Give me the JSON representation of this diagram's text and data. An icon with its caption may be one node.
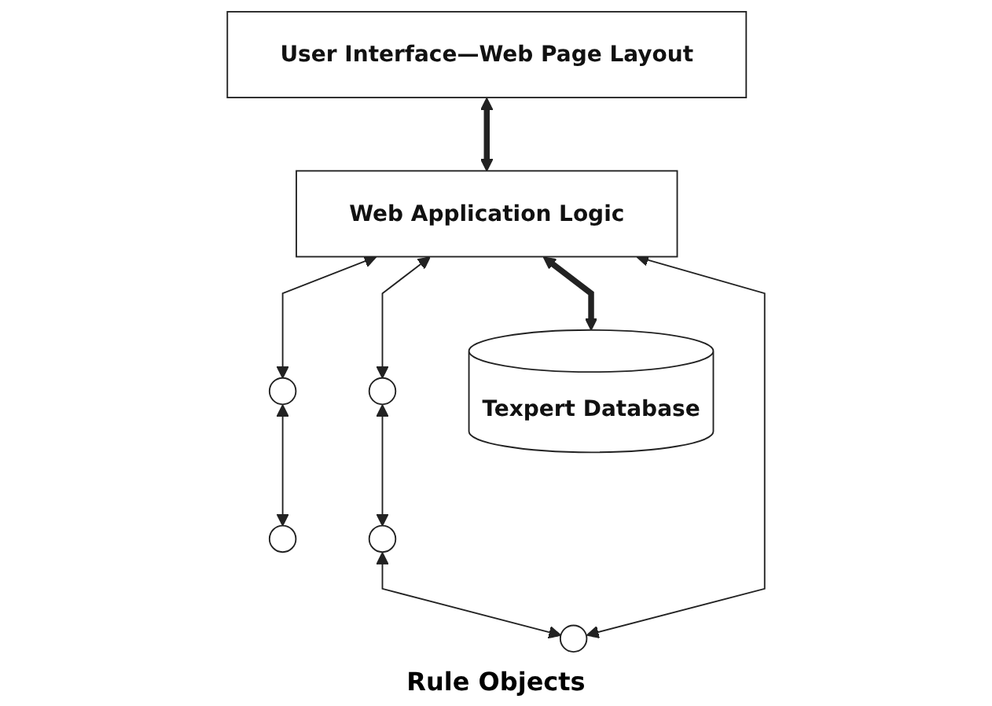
{
  "diagram": {
    "nodes": [
      {
        "text": [
          "User Interface—Web Page Layout"
        ]
      },
      {
        "text": [
          "Web Application Logic"
        ]
      },
      {
        "text": [],
        "shape": "circle"
      },
      {
        "text": [],
        "shape": "circle"
      },
      {
        "text": [],
        "shape": "circle"
      },
      {
        "text": [],
        "shape": "circle"
      },
      {
        "text": [],
        "shape": "circle"
      },
      {
        "text": [
          "Texpert Database"
        ]
      }
    ],
    "edges": [
      {
        "from": 0,
        "to": 1,
        "arrow": "both",
        "style": "thick"
      },
      {
        "from": 1,
        "to": 2,
        "arrow": "both"
      },
      {
        "from": 2,
        "to": 3,
        "arrow": "both"
      },
      {
        "from": 1,
        "to": 4,
        "arrow": "both"
      },
      {
        "from": 4,
        "to": 5,
        "arrow": "both"
      },
      {
        "from": 5,
        "to": 6,
        "arrow": "both"
      },
      {
        "from": 6,
        "to": 1,
        "arrow": "both"
      },
      {
        "from": 1,
        "to": 7,
        "arrow": "both",
        "style": "thick"
      }
    ],
    "labels": [
      "Rule Objects"
    ]
  }
}
